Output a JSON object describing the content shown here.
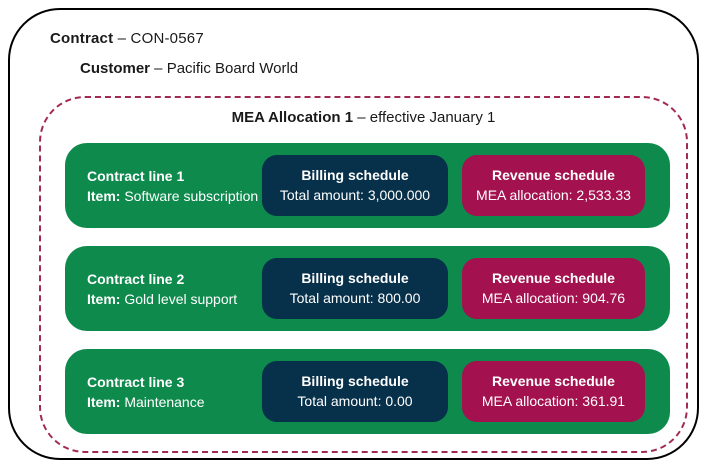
{
  "colors": {
    "green": "#0E8A4D",
    "navy": "#07304A",
    "crimson": "#A3124F",
    "dash": "#A12A55",
    "outer_border": "#000000",
    "text_on_color": "#FFFFFF"
  },
  "header": {
    "contract": {
      "label": "Contract",
      "rest": " – CON-0567"
    },
    "customer": {
      "label": "Customer",
      "rest": " – Pacific Board World"
    }
  },
  "mea": {
    "label": "MEA Allocation 1",
    "rest": " – effective January 1"
  },
  "rows": [
    {
      "line": "Contract line 1",
      "item_label": "Item:",
      "item_rest": " Software subscription",
      "billing_title": "Billing schedule",
      "billing_detail": "Total amount: 3,000.000",
      "revenue_title": "Revenue schedule",
      "revenue_detail": "MEA allocation: 2,533.33"
    },
    {
      "line": "Contract line 2",
      "item_label": "Item:",
      "item_rest": " Gold level support",
      "billing_title": "Billing schedule",
      "billing_detail": "Total amount: 800.00",
      "revenue_title": "Revenue schedule",
      "revenue_detail": "MEA allocation: 904.76"
    },
    {
      "line": "Contract line 3",
      "item_label": "Item:",
      "item_rest": " Maintenance",
      "billing_title": "Billing schedule",
      "billing_detail": "Total amount: 0.00",
      "revenue_title": "Revenue schedule",
      "revenue_detail": "MEA allocation: 361.91"
    }
  ]
}
